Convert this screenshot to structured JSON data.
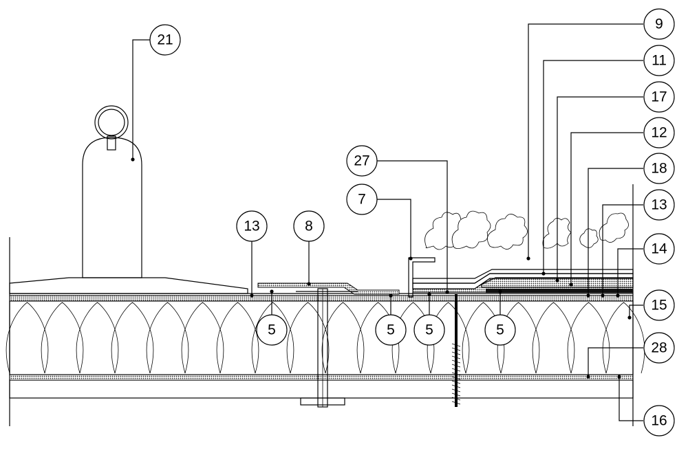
{
  "callouts": [
    {
      "id": "c21",
      "text": "21"
    },
    {
      "id": "c9",
      "text": "9"
    },
    {
      "id": "c11",
      "text": "11"
    },
    {
      "id": "c17",
      "text": "17"
    },
    {
      "id": "c12",
      "text": "12"
    },
    {
      "id": "c27",
      "text": "27"
    },
    {
      "id": "c18",
      "text": "18"
    },
    {
      "id": "c7",
      "text": "7"
    },
    {
      "id": "c13a",
      "text": "13"
    },
    {
      "id": "c8",
      "text": "8"
    },
    {
      "id": "c13b",
      "text": "13"
    },
    {
      "id": "c14",
      "text": "14"
    },
    {
      "id": "c15",
      "text": "15"
    },
    {
      "id": "c28",
      "text": "28"
    },
    {
      "id": "c16",
      "text": "16"
    },
    {
      "id": "c5a",
      "text": "5"
    },
    {
      "id": "c5b",
      "text": "5"
    },
    {
      "id": "c5c",
      "text": "5"
    },
    {
      "id": "c5d",
      "text": "5"
    }
  ]
}
